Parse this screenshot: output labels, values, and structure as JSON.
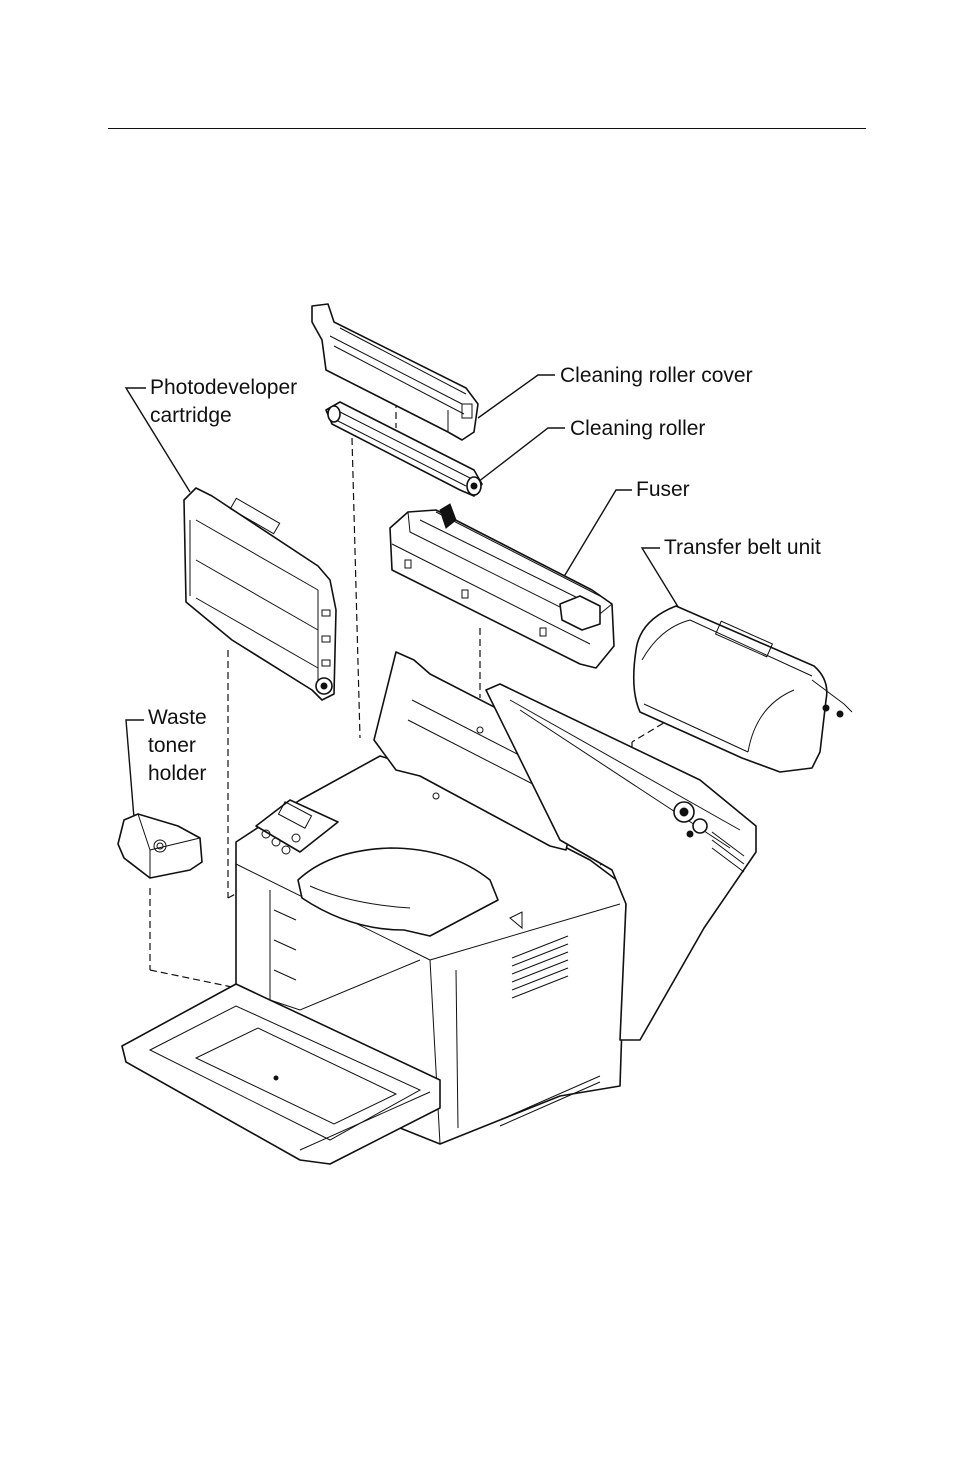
{
  "labels": {
    "cleaning_roller_cover": "Cleaning roller cover",
    "cleaning_roller": "Cleaning roller",
    "fuser": "Fuser",
    "transfer_belt_unit": "Transfer belt unit",
    "photodeveloper_line1": "Photodeveloper",
    "photodeveloper_line2": "cartridge",
    "waste_line1": "Waste",
    "waste_line2": "toner",
    "waste_line3": "holder"
  }
}
